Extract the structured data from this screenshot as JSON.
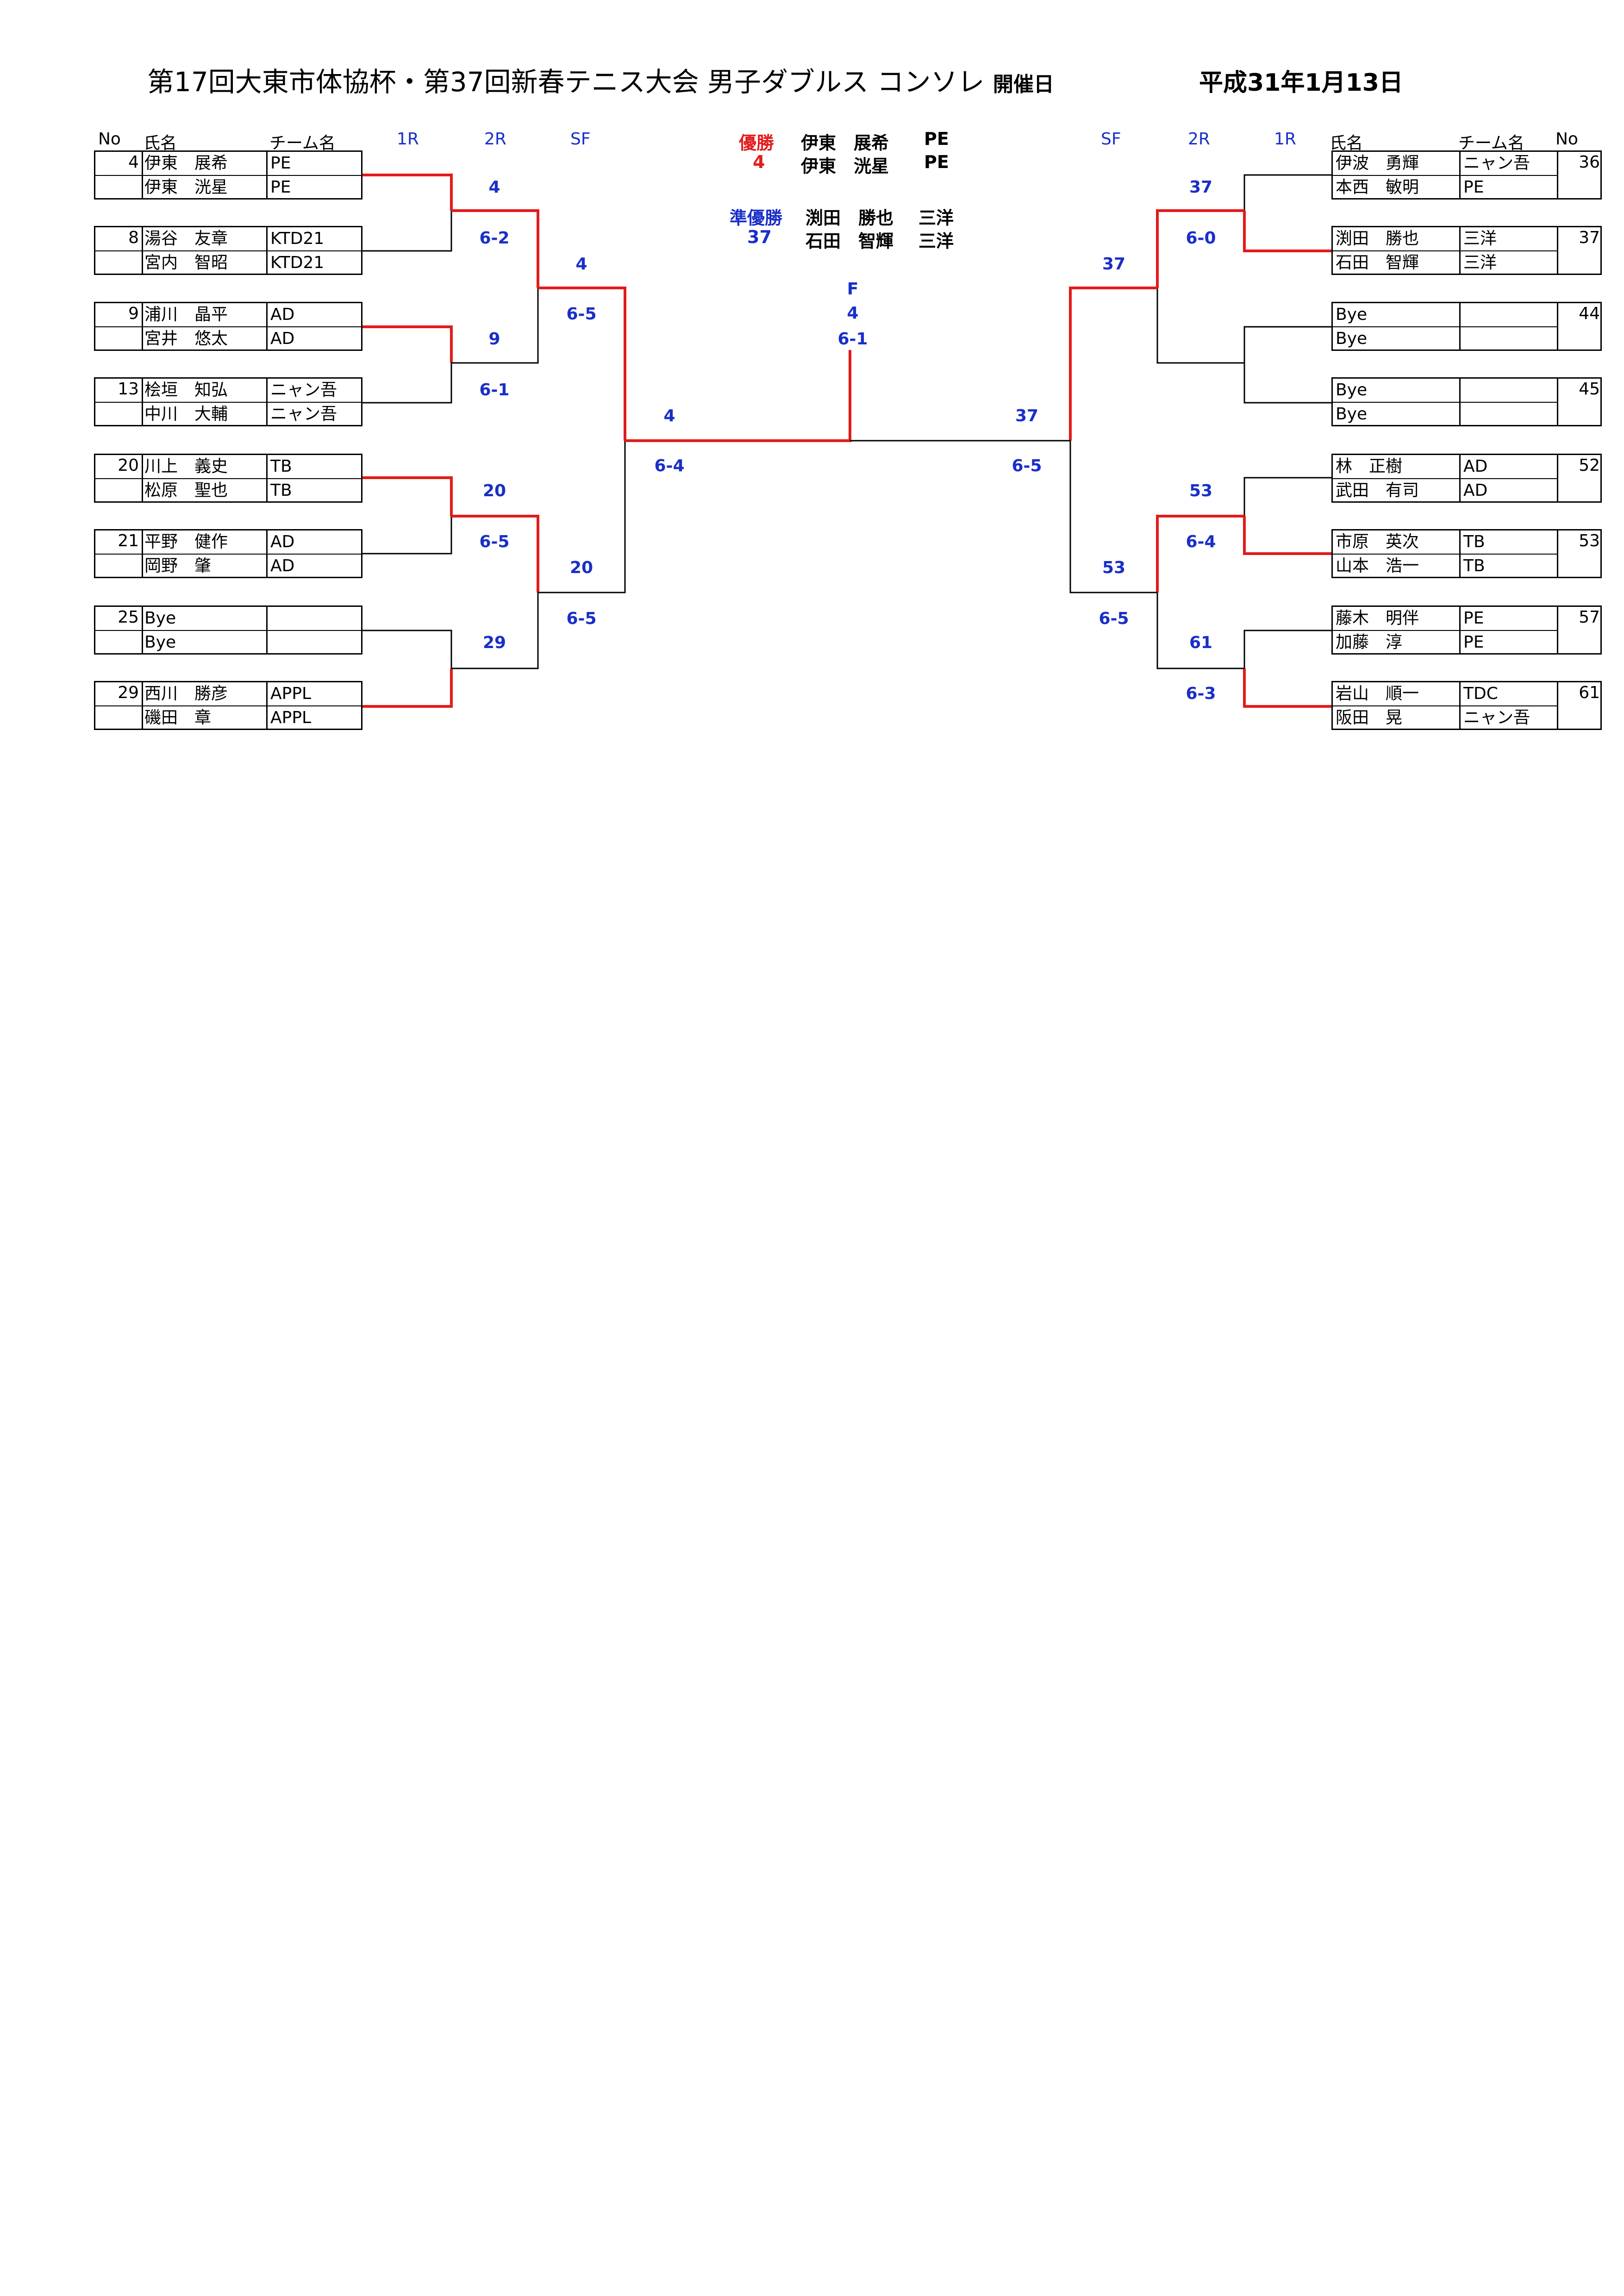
{
  "title": {
    "main": "第17回大東市体協杯・第37回新春テニス大会 男子ダブルス コンソレ",
    "sub": "開催日",
    "date": "平成31年1月13日"
  },
  "headers": {
    "left": {
      "no": "No",
      "name": "氏名",
      "team": "チーム名",
      "r1": "1R",
      "r2": "2R",
      "sf": "SF"
    },
    "right": {
      "sf": "SF",
      "r2": "2R",
      "r1": "1R",
      "name": "氏名",
      "team": "チーム名",
      "no": "No"
    }
  },
  "results": {
    "winner_label": "優勝",
    "winner_seed": "4",
    "winner_p1": "伊東　展希",
    "winner_p1_team": "PE",
    "winner_p2": "伊東　洸星",
    "winner_p2_team": "PE",
    "runner_label": "準優勝",
    "runner_seed": "37",
    "runner_p1": "渕田　勝也",
    "runner_p1_team": "三洋",
    "runner_p2": "石田　智輝",
    "runner_p2_team": "三洋",
    "final_label": "F",
    "final_winner": "4",
    "final_score": "6-1"
  },
  "left_entries": [
    {
      "no": "4",
      "p1": "伊東　展希",
      "t1": "PE",
      "p2": "伊東　洸星",
      "t2": "PE"
    },
    {
      "no": "8",
      "p1": "湯谷　友章",
      "t1": "KTD21",
      "p2": "宮内　智昭",
      "t2": "KTD21"
    },
    {
      "no": "9",
      "p1": "浦川　晶平",
      "t1": "AD",
      "p2": "宮井　悠太",
      "t2": "AD"
    },
    {
      "no": "13",
      "p1": "桧垣　知弘",
      "t1": "ニャン吾",
      "p2": "中川　大輔",
      "t2": "ニャン吾"
    },
    {
      "no": "20",
      "p1": "川上　義史",
      "t1": "TB",
      "p2": "松原　聖也",
      "t2": "TB"
    },
    {
      "no": "21",
      "p1": "平野　健作",
      "t1": "AD",
      "p2": "岡野　肇",
      "t2": "AD"
    },
    {
      "no": "25",
      "p1": "Bye",
      "t1": "",
      "p2": "Bye",
      "t2": ""
    },
    {
      "no": "29",
      "p1": "西川　勝彦",
      "t1": "APPL",
      "p2": "磯田　章",
      "t2": "APPL"
    }
  ],
  "right_entries": [
    {
      "no": "36",
      "p1": "伊波　勇輝",
      "t1": "ニャン吾",
      "p2": "本西　敏明",
      "t2": "PE"
    },
    {
      "no": "37",
      "p1": "渕田　勝也",
      "t1": "三洋",
      "p2": "石田　智輝",
      "t2": "三洋"
    },
    {
      "no": "44",
      "p1": "Bye",
      "t1": "",
      "p2": "Bye",
      "t2": ""
    },
    {
      "no": "45",
      "p1": "Bye",
      "t1": "",
      "p2": "Bye",
      "t2": ""
    },
    {
      "no": "52",
      "p1": "林　正樹",
      "t1": "AD",
      "p2": "武田　有司",
      "t2": "AD"
    },
    {
      "no": "53",
      "p1": "市原　英次",
      "t1": "TB",
      "p2": "山本　浩一",
      "t2": "TB"
    },
    {
      "no": "57",
      "p1": "藤木　明伴",
      "t1": "PE",
      "p2": "加藤　淳",
      "t2": "PE"
    },
    {
      "no": "61",
      "p1": "岩山　順一",
      "t1": "TDC",
      "p2": "阪田　晃",
      "t2": "ニャン吾"
    }
  ],
  "left_r1": [
    {
      "winner": "4",
      "score": ""
    },
    {
      "winner": "9",
      "score": "6-2"
    },
    {
      "winner": "20",
      "score": "6-1"
    },
    {
      "winner": "29",
      "score": "6-5"
    }
  ],
  "left_r2": [
    {
      "winner": "4",
      "score": "6-5"
    },
    {
      "winner": "20",
      "score": "6-5"
    }
  ],
  "left_sf": {
    "winner": "4",
    "score": "6-4"
  },
  "right_r1": [
    {
      "winner": "37",
      "score": "6-0"
    },
    {
      "winner": "53",
      "score": "6-4"
    },
    {
      "winner": "61",
      "score": "6-3"
    }
  ],
  "right_r2": [
    {
      "winner": "37",
      "score": ""
    },
    {
      "winner": "53",
      "score": "6-5"
    }
  ],
  "right_sf": {
    "winner": "37",
    "score": "6-5"
  },
  "colors": {
    "win_line": "#e31b1b",
    "line": "#000000",
    "score": "#1a2fc8"
  }
}
